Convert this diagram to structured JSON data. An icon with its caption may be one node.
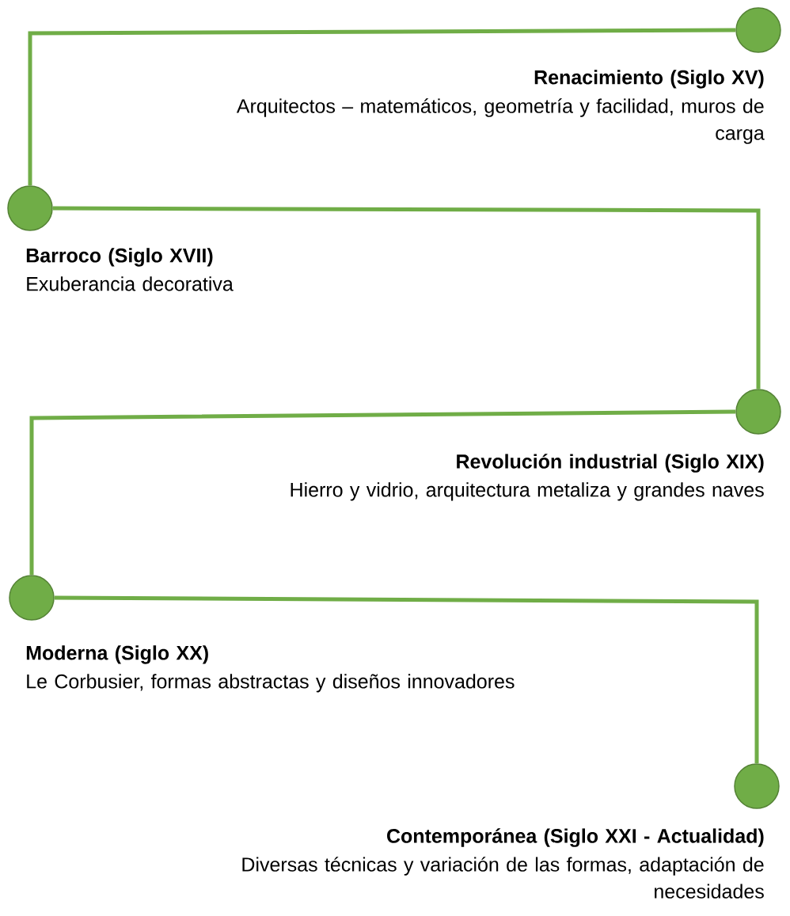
{
  "diagram": {
    "nodes": [
      {
        "text": [],
        "shape": "circle",
        "beside": [
          "Renacimiento (Siglo XV)",
          "Arquitectos – matemáticos, geometría y facilidad, muros de carga"
        ]
      },
      {
        "text": [],
        "shape": "circle",
        "beside": [
          "Barroco (Siglo XVII)",
          "Exuberancia decorativa"
        ]
      },
      {
        "text": [],
        "shape": "circle",
        "beside": [
          "Revolución industrial (Siglo XIX)",
          "Hierro y vidrio, arquitectura metaliza y grandes naves"
        ]
      },
      {
        "text": [],
        "shape": "circle",
        "beside": [
          "Moderna (Siglo XX)",
          "Le Corbusier, formas abstractas y diseños innovadores"
        ]
      },
      {
        "text": [],
        "shape": "circle",
        "beside": [
          "Contemporánea  (Siglo XXI - Actualidad)",
          "Diversas técnicas y variación de las formas, adaptación de necesidades"
        ]
      }
    ],
    "edges": [
      {
        "from": 0,
        "to": 1,
        "arrow": "none"
      },
      {
        "from": 1,
        "to": 2,
        "arrow": "none"
      },
      {
        "from": 2,
        "to": 3,
        "arrow": "none"
      },
      {
        "from": 3,
        "to": 4,
        "arrow": "none"
      }
    ]
  }
}
